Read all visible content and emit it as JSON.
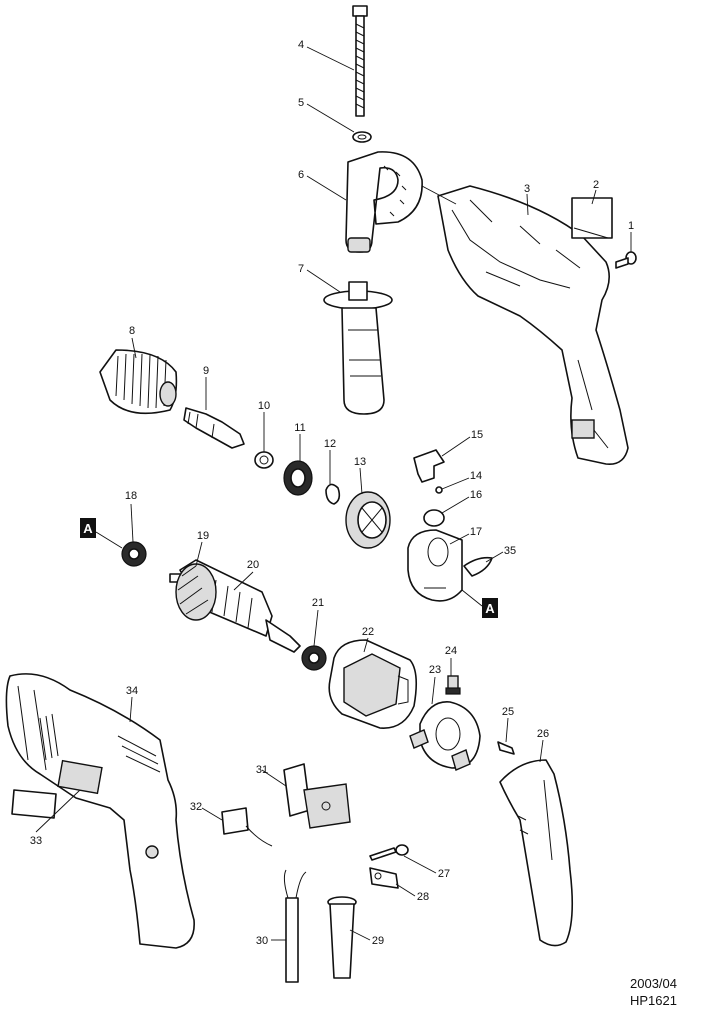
{
  "footer": {
    "date": "2003/04",
    "model": "HP1621"
  },
  "reference_marker": "A",
  "callouts": [
    "1",
    "2",
    "3",
    "4",
    "5",
    "6",
    "7",
    "8",
    "9",
    "10",
    "11",
    "12",
    "13",
    "14",
    "15",
    "16",
    "17",
    "18",
    "19",
    "20",
    "21",
    "22",
    "23",
    "24",
    "25",
    "26",
    "27",
    "28",
    "29",
    "30",
    "31",
    "32",
    "33",
    "34",
    "35"
  ]
}
